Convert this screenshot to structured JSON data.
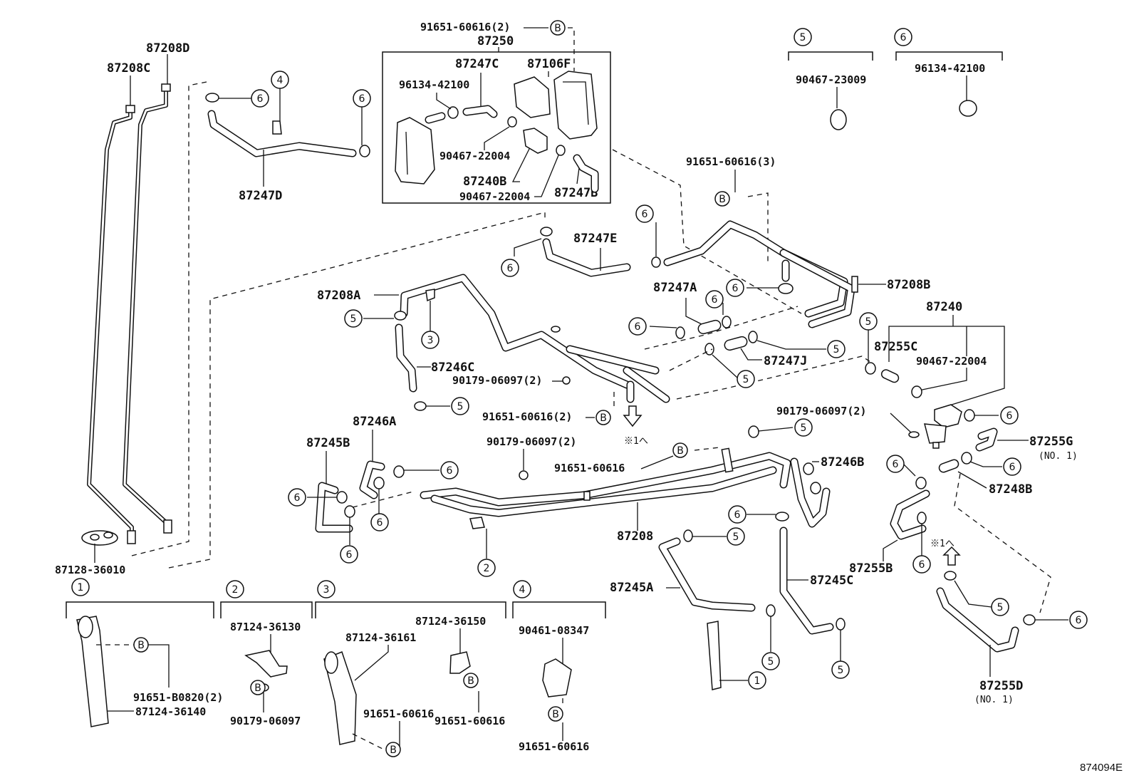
{
  "diagram": {
    "reference_code": "874094E",
    "part_numbers": {
      "p87208D": "87208D",
      "p87208C": "87208C",
      "p87247D": "87247D",
      "p87250": "87250",
      "p91651_60616_2_top": "91651-60616(2)",
      "p87247C": "87247C",
      "p87106F": "87106F",
      "p96134_42100_box": "96134-42100",
      "p90467_22004_a": "90467-22004",
      "p87240B": "87240B",
      "p90467_22004_b": "90467-22004",
      "p87247B": "87247B",
      "p90467_23009": "90467-23009",
      "p96134_42100_key": "96134-42100",
      "p91651_60616_3": "91651-60616(3)",
      "p87247E": "87247E",
      "p87208B": "87208B",
      "p87208A": "87208A",
      "p87247A": "87247A",
      "p87240": "87240",
      "p87255C": "87255C",
      "p90467_22004_c": "90467-22004",
      "p87246C": "87246C",
      "p87247J": "87247J",
      "p90179_06097_2_a": "90179-06097(2)",
      "p91651_60616_2_mid": "91651-60616(2)",
      "p90179_06097_2_b": "90179-06097(2)",
      "p87246A": "87246A",
      "p87245B": "87245B",
      "p90179_06097_2_c": "90179-06097(2)",
      "p91651_60616_mid": "91651-60616",
      "p87246B": "87246B",
      "p87255G": "87255G",
      "p87255G_note": "(NO. 1)",
      "p87248B": "87248B",
      "p87208": "87208",
      "p87255B": "87255B",
      "p87245A": "87245A",
      "p87245C": "87245C",
      "p87255D": "87255D",
      "p87255D_note": "(NO. 1)",
      "p87128_36010": "87128-36010",
      "p91651_B0820_2": "91651-B0820(2)",
      "p87124_36140": "87124-36140",
      "p87124_36130": "87124-36130",
      "p90179_06097": "90179-06097",
      "p87124_36161": "87124-36161",
      "p87124_36150": "87124-36150",
      "p91651_60616_g3a": "91651-60616",
      "p91651_60616_g3b": "91651-60616",
      "p90461_08347": "90461-08347",
      "p91651_60616_g4": "91651-60616"
    },
    "callouts": {
      "one": "1",
      "two": "2",
      "three": "3",
      "four": "4",
      "five": "5",
      "six": "6",
      "bolt": "B"
    },
    "notes": {
      "ref_note": "※1へ"
    }
  }
}
